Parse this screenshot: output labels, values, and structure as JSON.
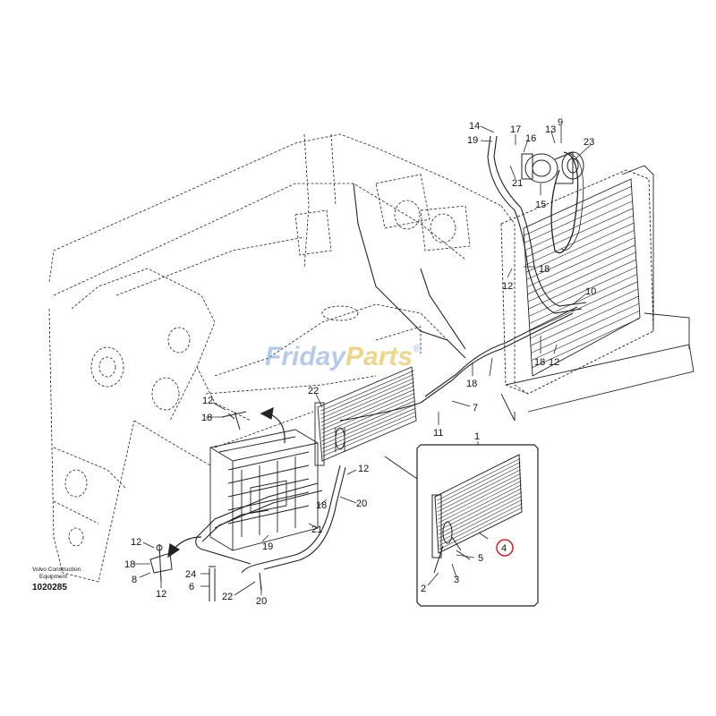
{
  "source": {
    "line1": "Volvo Construction",
    "line2": "Equipment",
    "figure_number": "1020285"
  },
  "watermark": {
    "part1": "Friday",
    "part2": "Parts",
    "reg": "®"
  },
  "colors": {
    "line": "#222222",
    "highlight_circle": "#d42a2a",
    "watermark_blue": "#7aa0d7",
    "watermark_gold": "#e1b93c"
  },
  "callouts": [
    {
      "id": "c14",
      "text": "14"
    },
    {
      "id": "c19a",
      "text": "19"
    },
    {
      "id": "c17",
      "text": "17"
    },
    {
      "id": "c16",
      "text": "16"
    },
    {
      "id": "c13",
      "text": "13"
    },
    {
      "id": "c9",
      "text": "9"
    },
    {
      "id": "c23",
      "text": "23"
    },
    {
      "id": "c21a",
      "text": "21"
    },
    {
      "id": "c15",
      "text": "15"
    },
    {
      "id": "c18a",
      "text": "18"
    },
    {
      "id": "c12a",
      "text": "12"
    },
    {
      "id": "c10",
      "text": "10"
    },
    {
      "id": "c18b",
      "text": "18"
    },
    {
      "id": "c12b",
      "text": "12"
    },
    {
      "id": "c18c",
      "text": "18"
    },
    {
      "id": "c22a",
      "text": "22"
    },
    {
      "id": "c7",
      "text": "7"
    },
    {
      "id": "c11",
      "text": "11"
    },
    {
      "id": "c12c",
      "text": "12"
    },
    {
      "id": "c18d",
      "text": "18"
    },
    {
      "id": "c12d",
      "text": "12"
    },
    {
      "id": "c20a",
      "text": "20"
    },
    {
      "id": "c18e",
      "text": "18"
    },
    {
      "id": "c21b",
      "text": "21"
    },
    {
      "id": "c19b",
      "text": "19"
    },
    {
      "id": "c12e",
      "text": "12"
    },
    {
      "id": "c18f",
      "text": "18"
    },
    {
      "id": "c8",
      "text": "8"
    },
    {
      "id": "c12f",
      "text": "12"
    },
    {
      "id": "c24",
      "text": "24"
    },
    {
      "id": "c6",
      "text": "6"
    },
    {
      "id": "c22b",
      "text": "22"
    },
    {
      "id": "c20b",
      "text": "20"
    },
    {
      "id": "c1",
      "text": "1"
    },
    {
      "id": "c4",
      "text": "4"
    },
    {
      "id": "c5",
      "text": "5"
    },
    {
      "id": "c2",
      "text": "2"
    },
    {
      "id": "c3",
      "text": "3"
    }
  ]
}
